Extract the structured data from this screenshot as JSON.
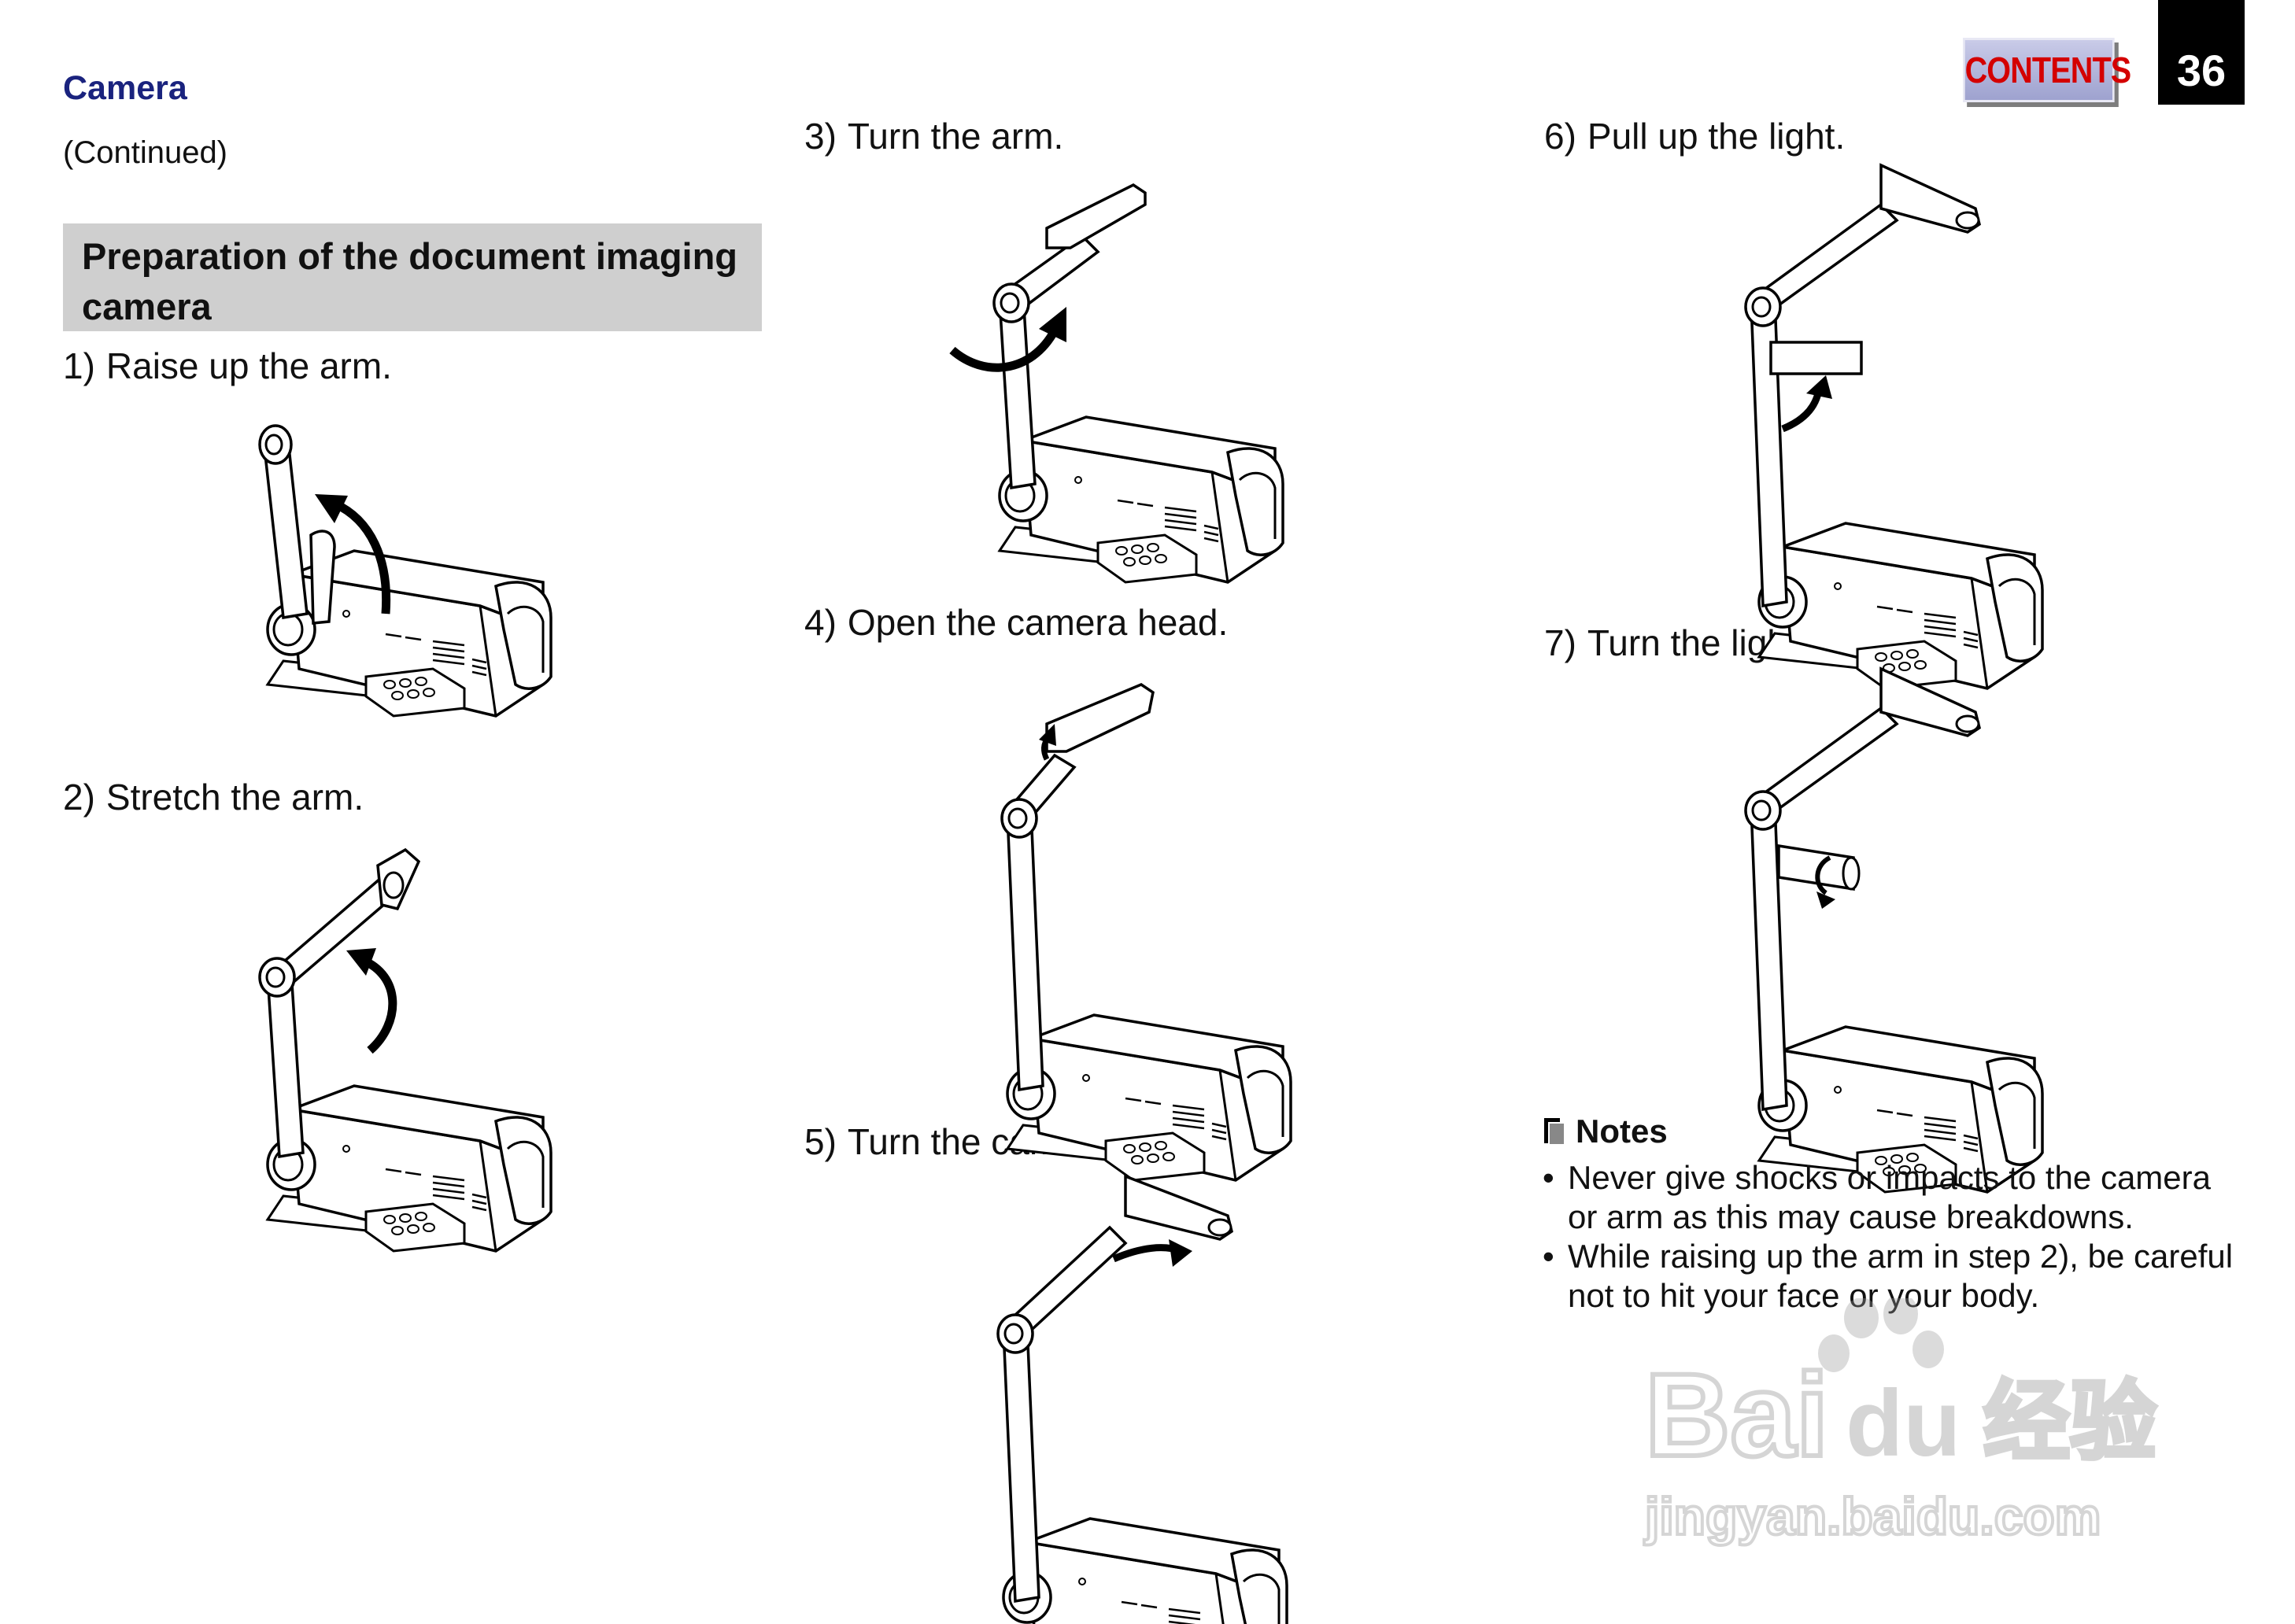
{
  "header": {
    "section": "Camera",
    "continued": "(Continued)",
    "contents_button": "CONTENTS",
    "page_number": "36"
  },
  "heading": {
    "line1": "Preparation of the document imaging",
    "line2": "camera"
  },
  "steps": [
    {
      "num": "1)",
      "text": "Raise up the arm."
    },
    {
      "num": "2)",
      "text": "Stretch the arm."
    },
    {
      "num": "3)",
      "text": "Turn the arm."
    },
    {
      "num": "4)",
      "text": "Open the camera head."
    },
    {
      "num": "5)",
      "text": "Turn the camera head."
    },
    {
      "num": "6)",
      "text": "Pull up the light."
    },
    {
      "num": "7)",
      "text": "Turn the light."
    }
  ],
  "notes": {
    "title": "Notes",
    "items": [
      {
        "line1": "Never give shocks or impacts to the camera",
        "line2": "or arm as this may cause breakdowns."
      },
      {
        "line1": "While raising up the arm in step 2), be careful",
        "line2": "not to hit your face or your body."
      }
    ]
  },
  "watermark": {
    "brand": "Bai",
    "brand2": "du",
    "cn": "经验",
    "url": "jingyan.baidu.com"
  },
  "icons": {
    "notes": "notes-icon",
    "arrow": "curved-arrow-icon",
    "device": "document-camera-illustration"
  }
}
